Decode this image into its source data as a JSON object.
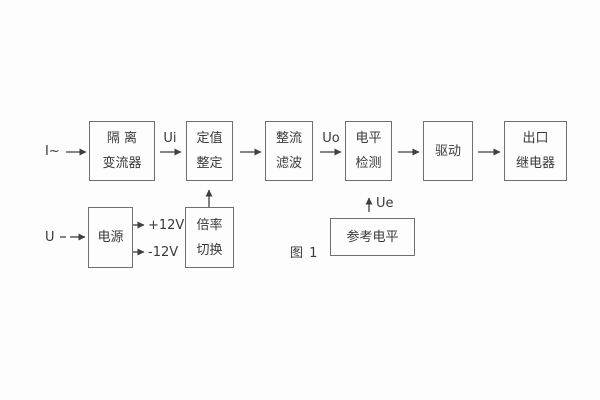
{
  "figure": {
    "caption": "图 1",
    "inputs": {
      "current": "I~",
      "voltage": "U"
    },
    "signals": {
      "ui": "Ui",
      "uo": "Uo",
      "ue": "Ue",
      "plus12v": "+12V",
      "minus12v": "-12V"
    },
    "blocks": [
      {
        "name": "isolation-transformer",
        "line1": "隔 离",
        "line2": "变流器"
      },
      {
        "name": "setting-adjustment",
        "line1": "定值",
        "line2": "整定"
      },
      {
        "name": "rectify-filter",
        "line1": "整流",
        "line2": "滤波"
      },
      {
        "name": "level-detection",
        "line1": "电平",
        "line2": "检测"
      },
      {
        "name": "drive",
        "line1": "驱动"
      },
      {
        "name": "output-relay",
        "line1": "出口",
        "line2": "继电器"
      },
      {
        "name": "power-supply",
        "line1": "电源"
      },
      {
        "name": "ratio-switch",
        "line1": "倍率",
        "line2": "切换"
      },
      {
        "name": "reference-level",
        "line1": "参考电平"
      }
    ],
    "colors": {
      "background": "#fdfdfd",
      "line": "#3f3f3f",
      "box_border": "#6f6f6f",
      "text": "#3a3a3a"
    }
  }
}
